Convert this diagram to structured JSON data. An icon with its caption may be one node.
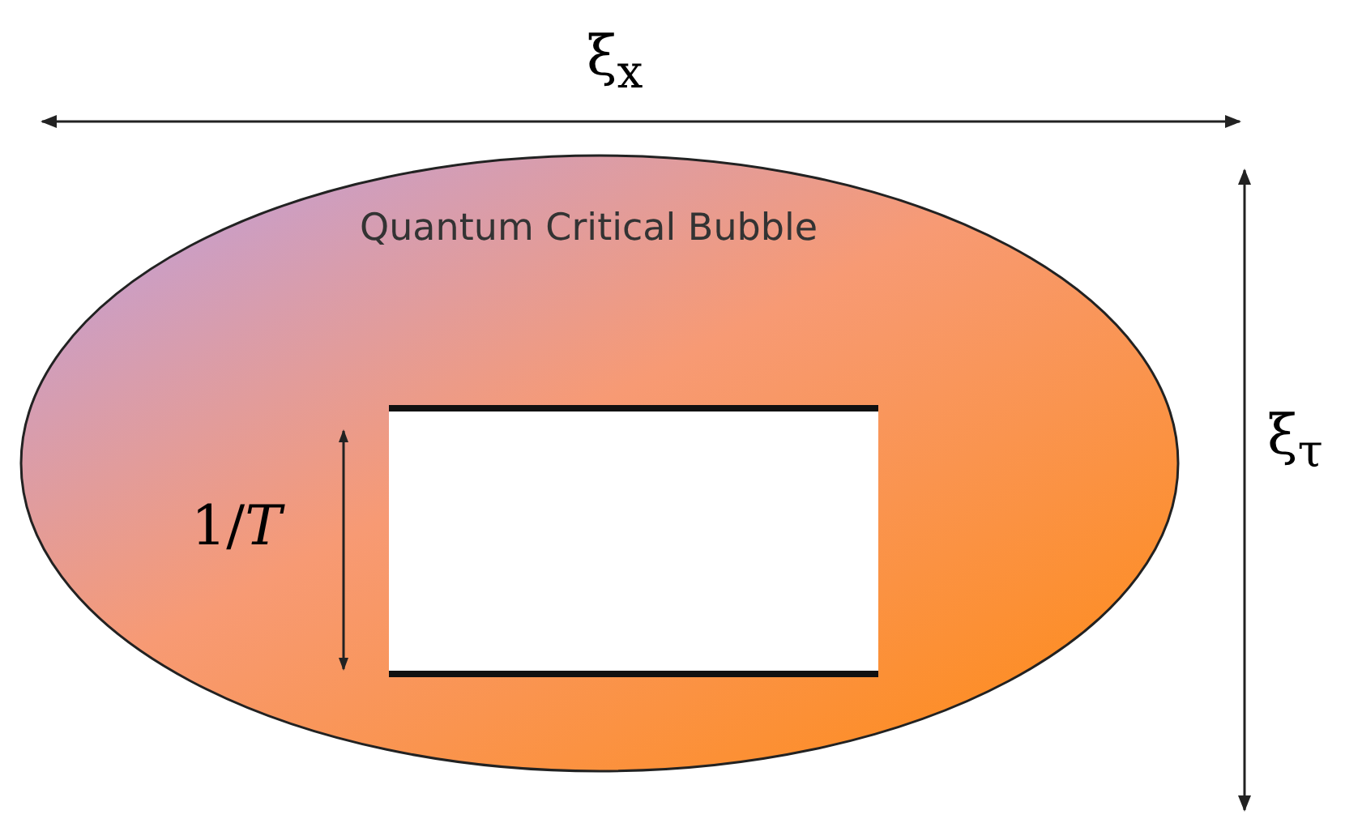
{
  "diagram": {
    "nodes": [
      {
        "text": [
          "Quantum Critical Bubble"
        ]
      },
      {
        "text": [],
        "shape": "box",
        "in": 0
      }
    ],
    "labels": [
      "ξ$_{x}$",
      "ξ$_{τ}$",
      "1/*T*"
    ]
  }
}
